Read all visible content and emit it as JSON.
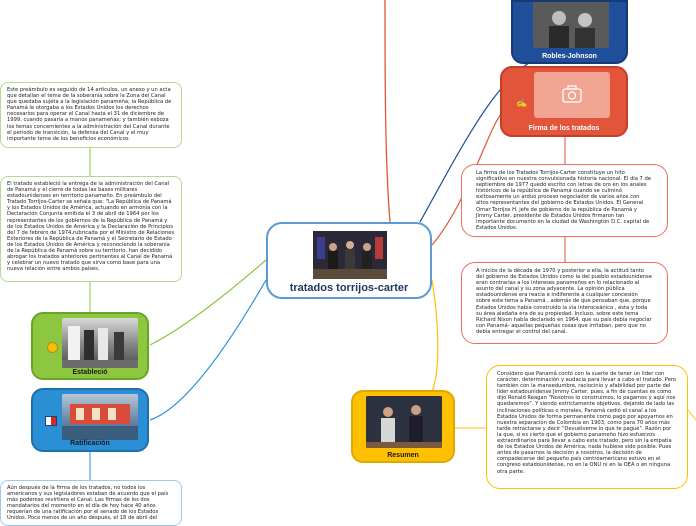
{
  "central": {
    "title": "tratados torrijos-carter"
  },
  "topics": {
    "robles": {
      "label": "Robles-Johnson"
    },
    "firma": {
      "label": "Firma de los tratados",
      "camera_icon": "camera-icon",
      "hand_icon": "hand-icon"
    },
    "establecio": {
      "label": "Estableció",
      "flag_icon": "panama-flag-icon"
    },
    "ratificacion": {
      "label": "Ratificación",
      "flag_icon": "panama-flag-icon"
    },
    "resumen": {
      "label": "Resumen"
    }
  },
  "texts": {
    "preambulo": "Este preámbulo es seguido de 14 artículos, un anexo y un acta que detallan el tema de la soberanía sobre la Zona del Canal que quedaba sujeta a la legislación panameña; la República de Panamá le otorgaba a los Estados Unidos los derechos necesarios para operar el Canal hasta el 31 de diciembre de 1999, cuando pasaría a manos panameñas; y también esboza los temas concernientes a la administración del Canal durante el periodo de transición, la defensa del Canal y el muy importante tema de los beneficios económicos",
    "establecio": "El tratado estableció la entrega de la administración del Canal de Panamá y el cierre de todas las bases militares estadounidenses en territorio panameño. En preámbulo del Tratado Torrijos-Carter se señala que: \"La República de Panamá y los Estados Unidos de América, actuando en armonía con la Declaración Conjunta   emitida   el   3   de   abril   de   1964   por   los representantes de  los  gobiernos  de  la  República   de Panamá y de los Estados Unidos de América y la Declaración de Principios del 7 de febrero de 1974,rubricada por el Ministro de Relaciones Exteriores de la República de Panamá y el Secretario de Estado de los Estados Unidos de América y reconociendo la soberanía de la República de Panamá sobre su territorio, han decidido abrogar los tratados anteriores pertinentes al Canal de Panamá y celebrar un nuevo tratado que sirva como base para una nueva relación entre ambos países.",
    "ratificacion": "Aún después de la firma de los tratados, no todos los americanos y sus legisladores estaban de acuerdo que el país más poderoso revirtiera el Canal. Las firmas de los dos mandatarios del momento en el día de hoy hace 40 años requerían de una ratificación por el senado de los Estados Unidos. Poco menos de un año después, el 18 de abril del",
    "firma": "La firma de los Tratados Torrijos-Carter constituye un hito significativo en nuestra convulsionada historia nacional. El día 7 de septiembre de 1977 quedó escrito con letras de oro en los anales históricos de la república de Panamá cuando se culminó exitosamente un arduo proceso negociador de varios años con altos representantes del gobierno de Estados Unidos. El General Omar Torrijos H. jefe de gobierno de la república de Panamá y Jimmy Carter, presidente de Estados Unidos firmaron tan importante documento en la ciudad de Washington D.C. capital de Estados Unidos.",
    "decada": "A inicios de la década de 1970 y posterior a ella, la actitud tanto del gobierno de Estados Unidos como la del pueblo estadounidense eran contrarias a los intereses panameños en lo relacionado al asunto del canal y su zona adyacente. La opinión pública estadounidense era reacia e indiferente a cualquier concesión sobre este tema a Panamá , además de que pensaban que, porque Estados Unidos había construido la vía interoceánica , ésta y toda su área aledaña era de su propiedad. Incluso, sobre este tema Richard Nixon había declarado en 1964, que su país debía negociar con Panamá- aquellas pequeñas cosas que irritaban, pero que no debía entregar el control del canal.",
    "resumen": "Considero que Panamá contó con la suerte de tener un líder con carácter, determinación y audacia para llevar a cabo el tratado. Pero también con la mansedumbre, raciocinio y afabilidad por parte del líder estadounidense Jimmy Carter, pues, a fin de cuentas es como dijo Ronald Reagan \"Nosotros lo construimos, lo pagamos y aquí nos quedaremos\". Y siendo estrictamente objetivos, dejando de lado las inclinaciones políticas o morales, Panamá cedió el canal a los Estados Unidos de forma permanente como pago por apoyarnos en nuestra separación de Colombia en 1903, como para 70 años más tarde retractarse y decir \"Devuélveme lo que te pagué\". Razón por la que, si es cierto que el gobierno panameño hizo esfuerzos extraordinarios para llevar a cabo este tratado, pero sin la empatía de los Estados Unidos de América, nada hubiese sido posible. Pues antes de pasarnos la decisión a nosotros, la decisión de compadecerse del pequeño país centroamericano estuvo en el congreso estadounidense, no en la ONU ni en la OEA o en ninguna otra parte."
  },
  "colors": {
    "central_border": "#5b9bd5",
    "robles": "#1f4e9a",
    "firma": "#e2553a",
    "establecio": "#8dc63f",
    "ratificacion": "#2b8fd6",
    "resumen": "#ffc000",
    "box_orange_border": "#f7b39f",
    "box_red_border": "#f26c5a",
    "box_green_border": "#b7d98e",
    "box_blue_border": "#9cc9ef",
    "box_yellow_border": "#ffd34d"
  }
}
